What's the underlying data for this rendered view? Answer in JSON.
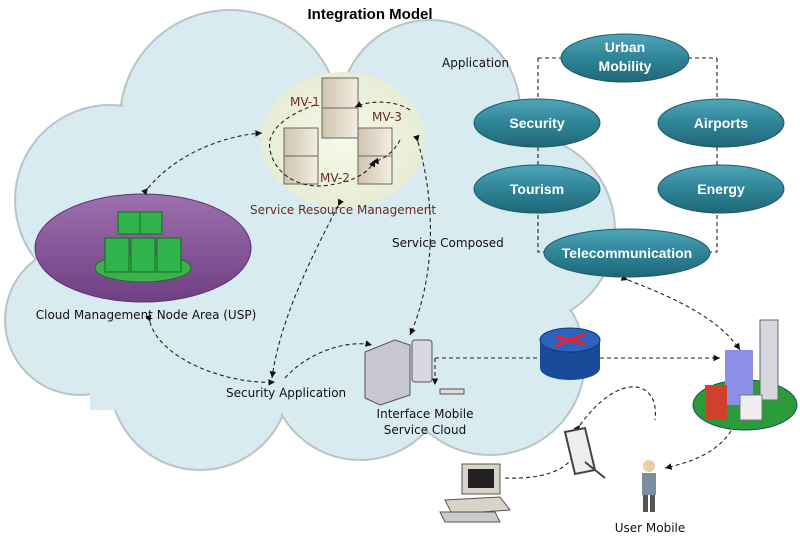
{
  "title": "Integration Model",
  "labels": {
    "application": "Application",
    "service_resource_management": "Service Resource Management",
    "service_composed": "Service Composed",
    "cloud_management": "Cloud Management Node Area (USP)",
    "security_application": "Security Application",
    "interface_mobile_line1": "Interface Mobile",
    "interface_mobile_line2": "Service Cloud",
    "user_mobile": "User Mobile"
  },
  "virtual_machines": [
    "MV-1",
    "MV-2",
    "MV-3"
  ],
  "applications": {
    "urban_mobility_line1": "Urban",
    "urban_mobility_line2": "Mobility",
    "security": "Security",
    "airports": "Airports",
    "tourism": "Tourism",
    "energy": "Energy",
    "telecommunication": "Telecommunication"
  },
  "colors": {
    "cloud": "#d8ebf1",
    "app_node": "#2f8597",
    "usp": "#8c5a9e",
    "srm": "#eef2d8"
  }
}
